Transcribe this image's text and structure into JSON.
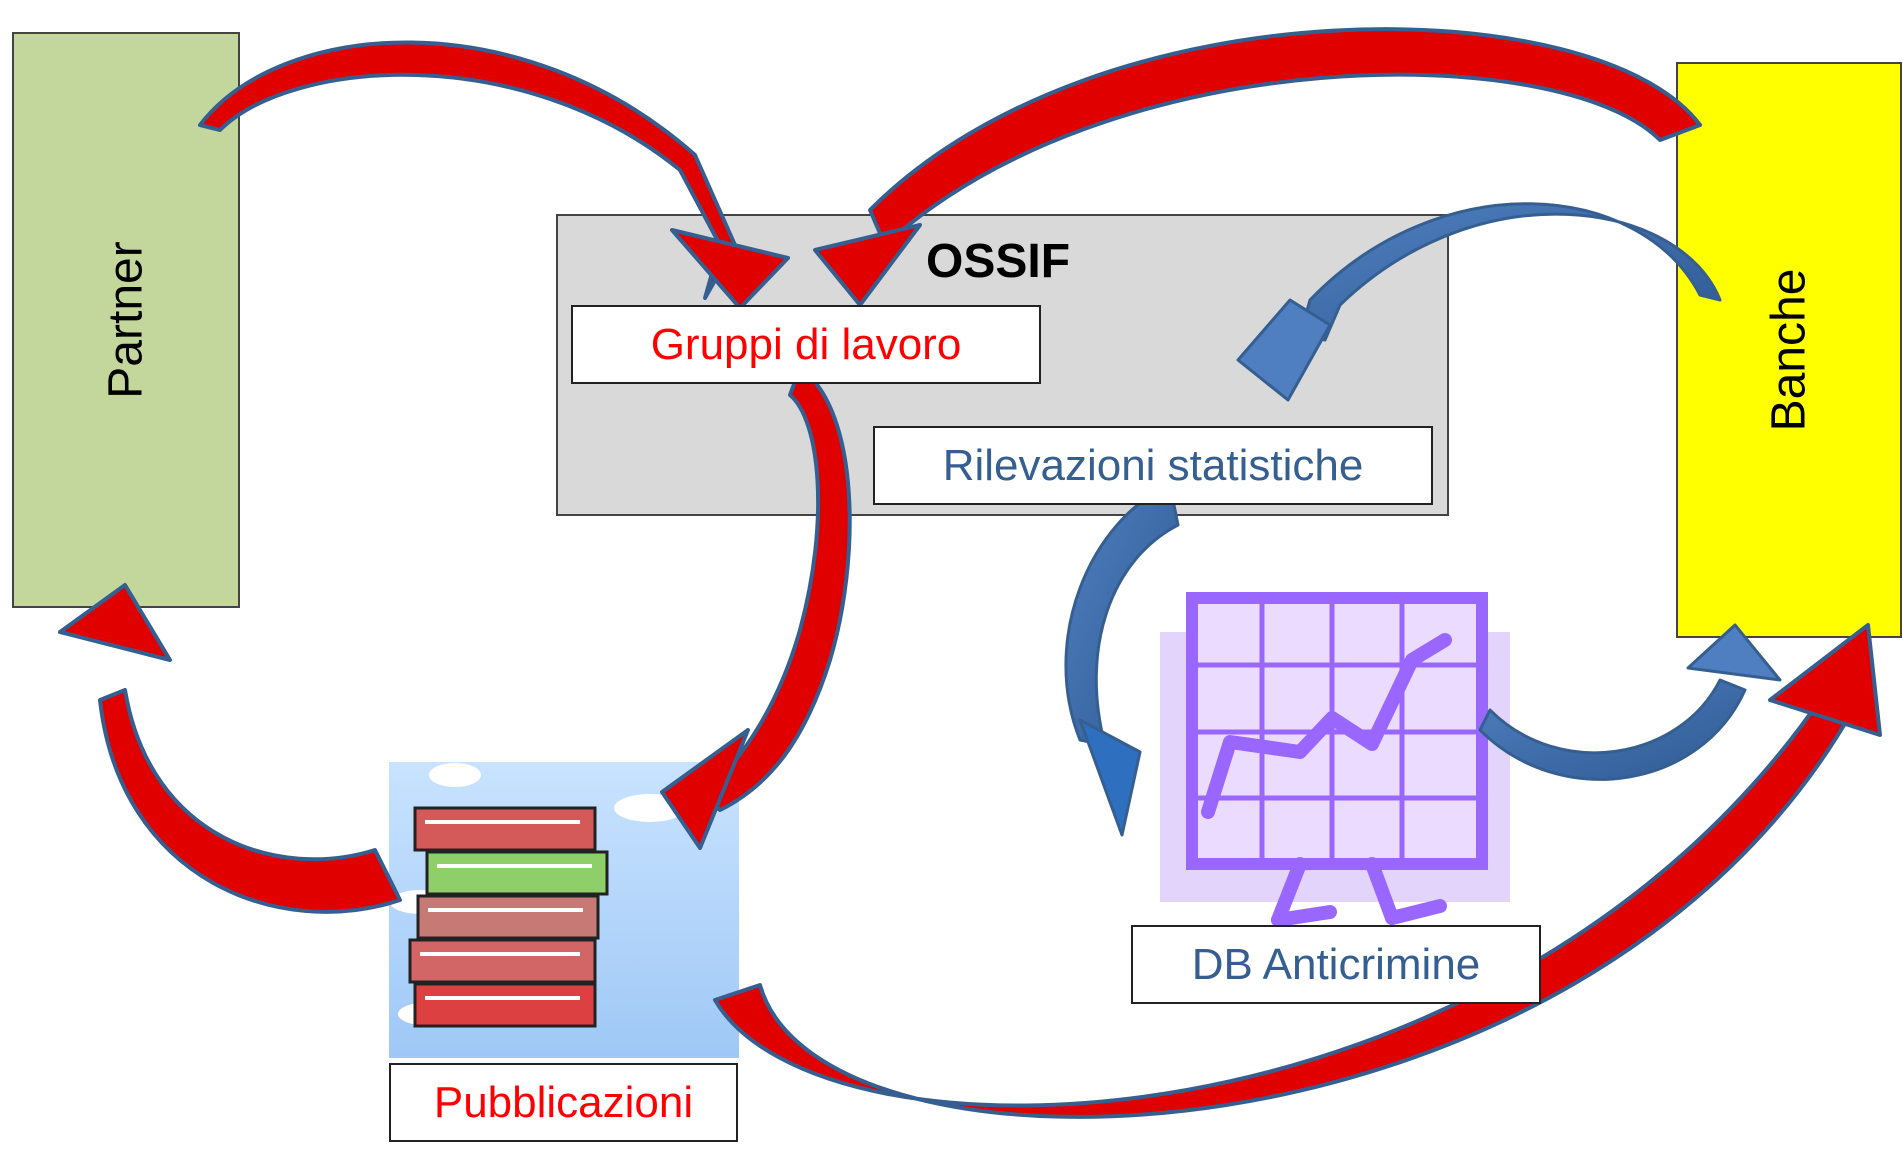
{
  "nodes": {
    "partner": "Partner",
    "banche": "Banche",
    "ossif": "OSSIF",
    "gruppi": "Gruppi di lavoro",
    "rilevazioni": "Rilevazioni statistiche",
    "db": "DB Anticrimine",
    "pubblicazioni": "Pubblicazioni"
  },
  "colors": {
    "partner_fill": "#c3d69b",
    "banche_fill": "#ffff00",
    "ossif_fill": "#d9d9d9",
    "red_text": "#ff0000",
    "blue_text": "#355e91",
    "red_arrow": "#e00000",
    "blue_arrow": "#3f6fa8"
  }
}
